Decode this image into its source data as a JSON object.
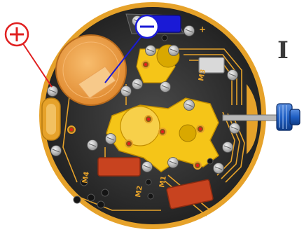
{
  "labels": {
    "position": "I",
    "plus_terminal": "+",
    "minus_terminal": "−",
    "motor_m1": "M1",
    "motor_m2": "M2",
    "motor_m3": "M3",
    "motor_m4": "M4",
    "board_plus": "+"
  },
  "colors": {
    "plate": "#2c2c2c",
    "gold": "#e6a22a",
    "wheel_yellow": "#f5c518",
    "battery": "#f0a24a",
    "coil": "#c8431f",
    "screw": "#c9c9c9",
    "red_marker": "#e02020",
    "blue_marker": "#1a1ad6",
    "crown_blue": "#1f5fc4"
  },
  "icons": [
    "plus-circle-icon",
    "minus-circle-icon",
    "crown-icon"
  ]
}
